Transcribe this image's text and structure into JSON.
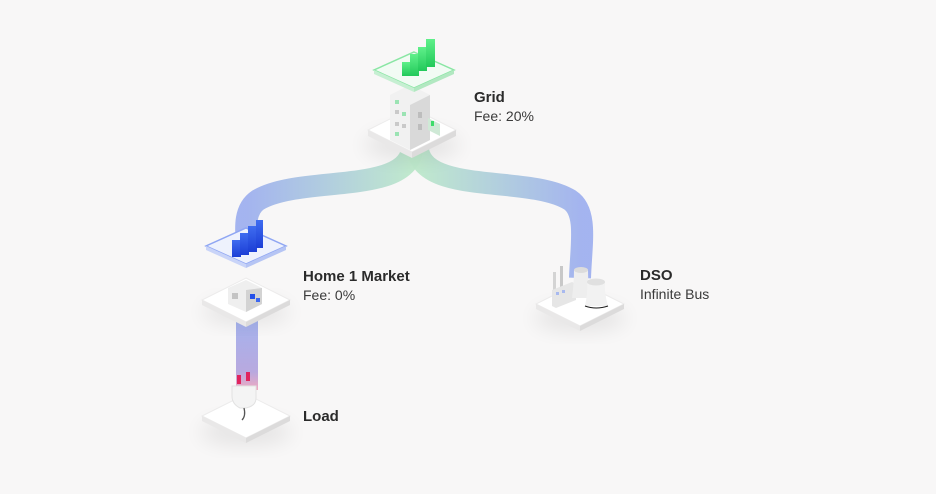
{
  "nodes": {
    "grid": {
      "title": "Grid",
      "subtitle": "Fee: 20%"
    },
    "home": {
      "title": "Home 1 Market",
      "subtitle": "Fee: 0%"
    },
    "dso": {
      "title": "DSO",
      "subtitle": "Infinite Bus"
    },
    "load": {
      "title": "Load"
    }
  },
  "colors": {
    "background": "#f8f7f7",
    "grid_accent": "#3ddc6a",
    "home_accent": "#2550e8",
    "flow_blue": "#a9b8ef",
    "flow_green": "#b9e8c8",
    "load_accent": "#e0245e"
  },
  "icons": [
    "grid-bar-chart-icon",
    "grid-building-icon",
    "home-bar-chart-icon",
    "home-house-icon",
    "dso-power-plant-icon",
    "load-plug-icon"
  ]
}
